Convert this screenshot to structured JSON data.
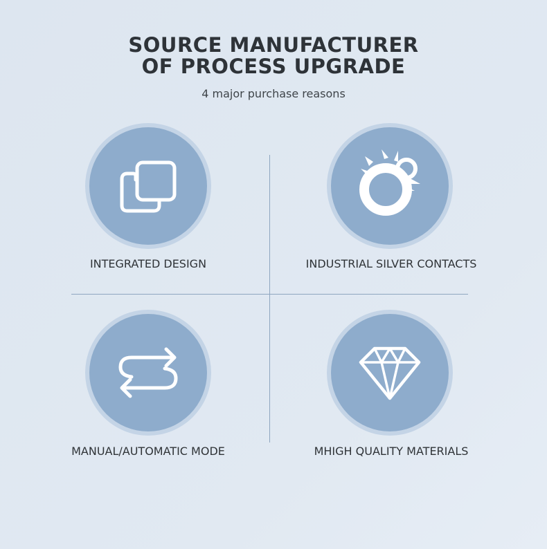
{
  "header": {
    "title_line1": "SOURCE MANUFACTURER",
    "title_line2": "OF PROCESS UPGRADE",
    "subtitle": "4 major purchase reasons"
  },
  "features": [
    {
      "label": "INTEGRATED DESIGN",
      "icon": "overlapping-squares-icon"
    },
    {
      "label": "INDUSTRIAL SILVER CONTACTS",
      "icon": "ring-contact-icon"
    },
    {
      "label": "MANUAL/AUTOMATIC MODE",
      "icon": "loop-arrows-icon"
    },
    {
      "label": "MHIGH QUALITY MATERIALS",
      "icon": "diamond-icon"
    }
  ],
  "colors": {
    "background": "#dfe7f1",
    "circle_ring": "#c4d4e6",
    "circle_fill": "#8eaccc",
    "divider": "#8ea6c0",
    "text": "#2e3338",
    "icon": "#ffffff"
  }
}
